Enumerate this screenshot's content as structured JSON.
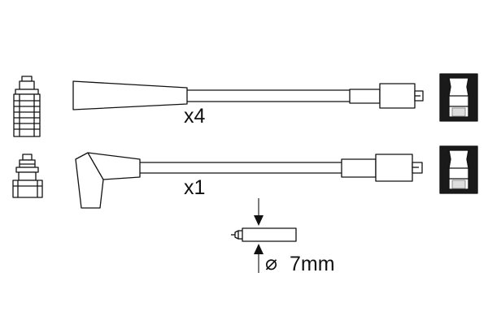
{
  "diagram": {
    "multipliers": {
      "cable_set_1": "x4",
      "cable_set_2": "x1"
    },
    "dimension": {
      "diameter_symbol": "⌀",
      "value": "7mm"
    }
  }
}
